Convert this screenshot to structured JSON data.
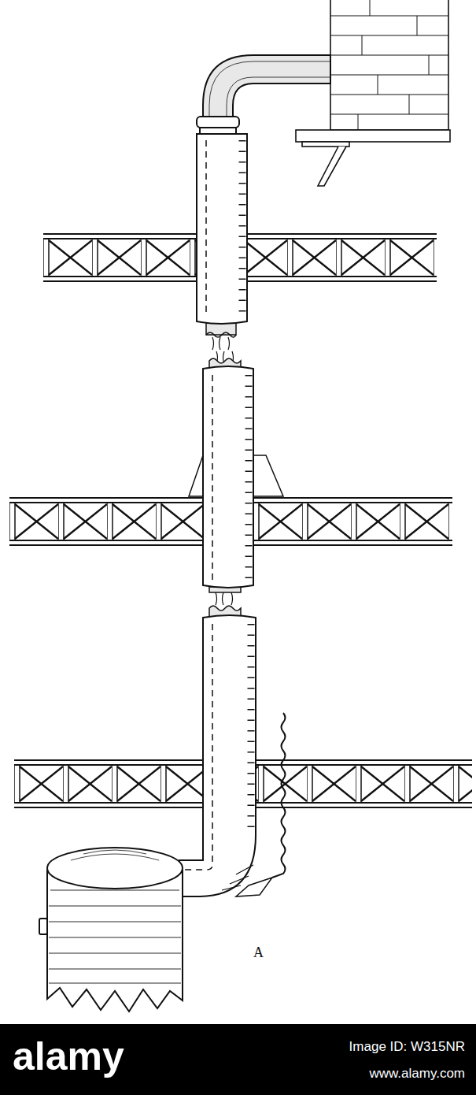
{
  "diagram": {
    "labels": [
      "A",
      "alamy",
      "Image ID: W315NR",
      "www.alamy.com"
    ]
  }
}
